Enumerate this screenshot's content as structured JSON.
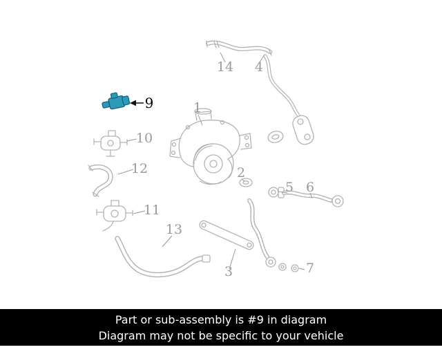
{
  "banner": {
    "line1": "Part or sub-assembly is #9 in diagram",
    "line2": "Diagram may not be specific to your vehicle"
  },
  "diagram": {
    "highlighted_part": "9",
    "colors": {
      "line": "#b3b3b3",
      "label": "#9a9a9a",
      "highlight_fill": "#2e9ab8",
      "highlight_stroke": "#0f5f7d",
      "highlight_label": "#000000",
      "banner_bg": "#000000",
      "banner_text": "#ffffff"
    },
    "labels": [
      {
        "part": "14",
        "text": "14"
      },
      {
        "part": "4",
        "text": "4"
      },
      {
        "part": "9",
        "text": "9"
      },
      {
        "part": "1",
        "text": "1"
      },
      {
        "part": "10",
        "text": "10"
      },
      {
        "part": "12",
        "text": "12"
      },
      {
        "part": "11",
        "text": "11"
      },
      {
        "part": "13",
        "text": "13"
      },
      {
        "part": "2",
        "text": "2"
      },
      {
        "part": "5",
        "text": "5"
      },
      {
        "part": "6",
        "text": "6"
      },
      {
        "part": "3",
        "text": "3"
      },
      {
        "part": "7",
        "text": "7"
      }
    ]
  }
}
